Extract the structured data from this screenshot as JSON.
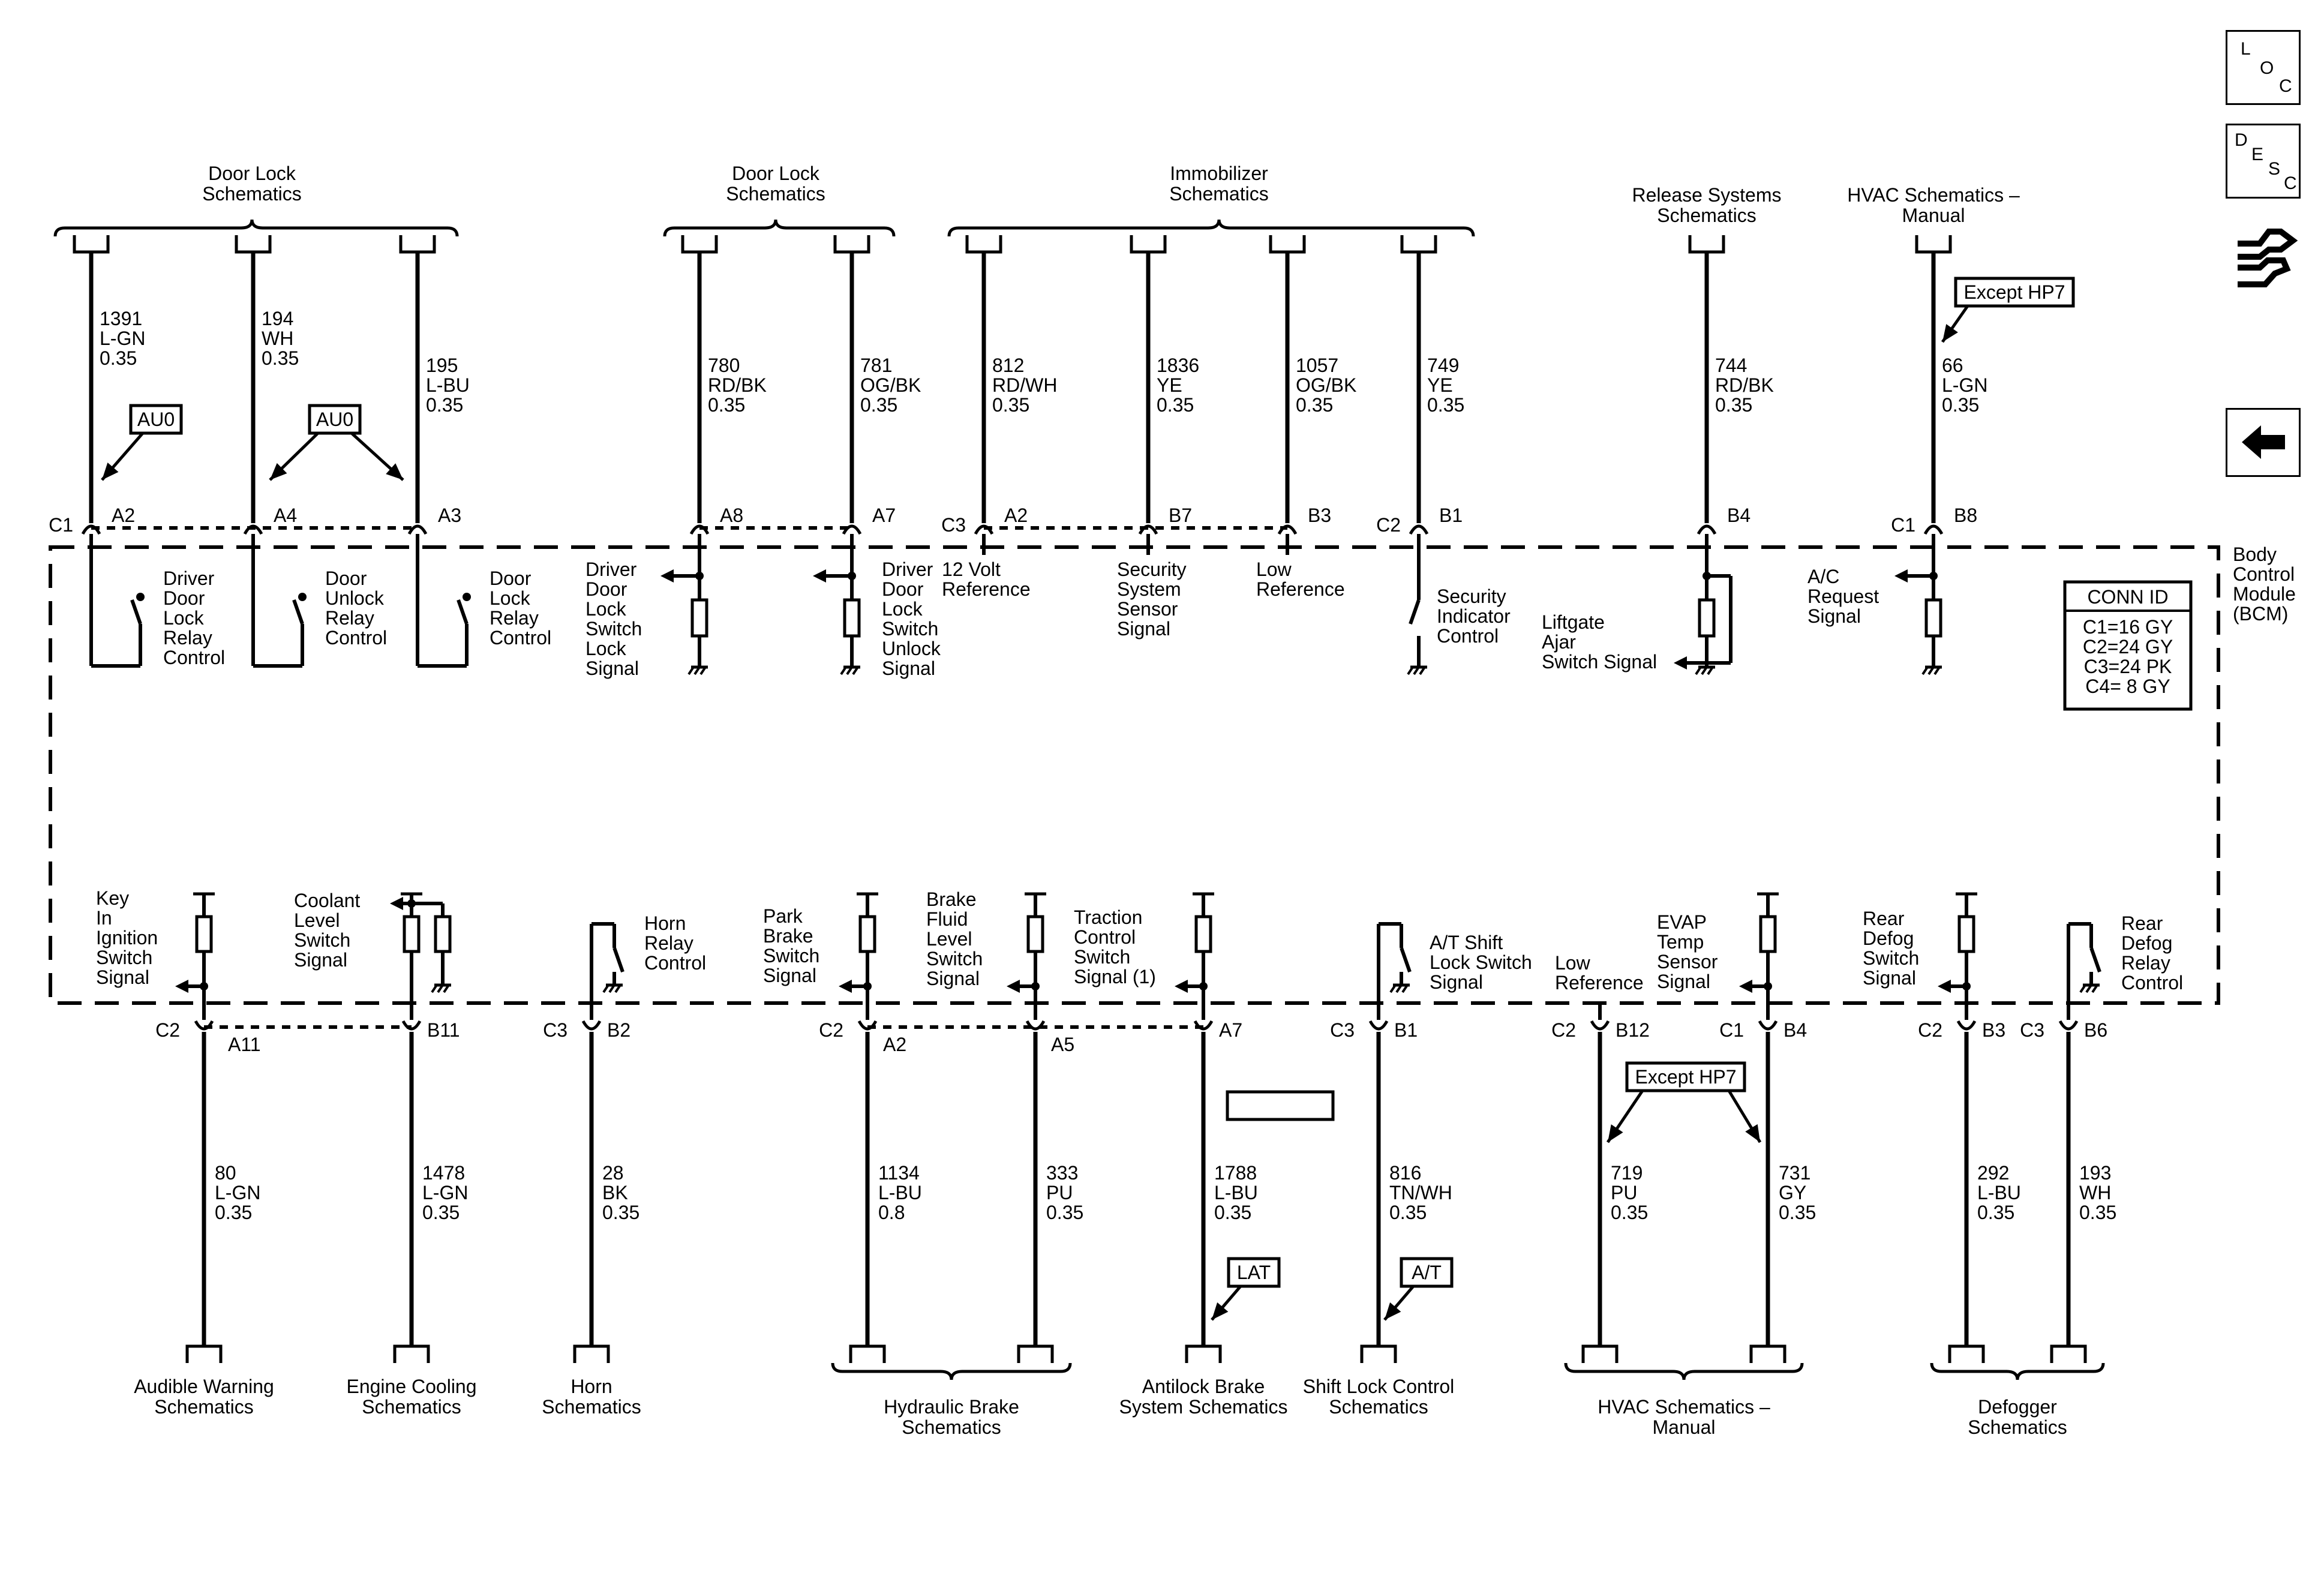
{
  "top_groups": [
    {
      "lines": [
        "Door Lock",
        "Schematics"
      ]
    },
    {
      "lines": [
        "Door Lock",
        "Schematics"
      ]
    },
    {
      "lines": [
        "Immobilizer",
        "Schematics"
      ]
    },
    {
      "lines": [
        "Release Systems",
        "Schematics"
      ]
    },
    {
      "lines": [
        "HVAC Schematics –",
        "Manual"
      ]
    }
  ],
  "top_circuits": [
    {
      "conn": "C1",
      "pin": "A2",
      "wire": [
        "1391",
        "L-GN",
        "0.35"
      ],
      "label": [
        "Driver",
        "Door",
        "Lock",
        "Relay",
        "Control"
      ],
      "type": "relay"
    },
    {
      "pin": "A4",
      "wire": [
        "194",
        "WH",
        "0.35"
      ],
      "label": [
        "Door",
        "Unlock",
        "Relay",
        "Control"
      ],
      "type": "relay"
    },
    {
      "pin": "A3",
      "wire": [
        "195",
        "L-BU",
        "0.35"
      ],
      "label": [
        "Door",
        "Lock",
        "Relay",
        "Control"
      ],
      "type": "relay"
    },
    {
      "pin": "A8",
      "wire": [
        "780",
        "RD/BK",
        "0.35"
      ],
      "label": [
        "Driver",
        "Door",
        "Lock",
        "Switch",
        "Lock",
        "Signal"
      ],
      "type": "input"
    },
    {
      "pin": "A7",
      "wire": [
        "781",
        "OG/BK",
        "0.35"
      ],
      "label": [
        "Driver",
        "Door",
        "Lock",
        "Switch",
        "Unlock",
        "Signal"
      ],
      "type": "input"
    },
    {
      "conn": "C3",
      "pin": "A2",
      "wire": [
        "812",
        "RD/WH",
        "0.35"
      ],
      "label": [
        "12 Volt",
        "Reference"
      ],
      "type": "plain"
    },
    {
      "pin": "B7",
      "wire": [
        "1836",
        "YE",
        "0.35"
      ],
      "label": [
        "Security",
        "System",
        "Sensor",
        "Signal"
      ],
      "type": "plain"
    },
    {
      "pin": "B3",
      "wire": [
        "1057",
        "OG/BK",
        "0.35"
      ],
      "label": [
        "Low",
        "Reference"
      ],
      "type": "plain"
    },
    {
      "conn": "C2",
      "pin": "B1",
      "wire": [
        "749",
        "YE",
        "0.35"
      ],
      "label": [
        "Security",
        "Indicator",
        "Control"
      ],
      "type": "switch"
    },
    {
      "pin": "B4",
      "wire": [
        "744",
        "RD/BK",
        "0.35"
      ],
      "label": [
        "Liftgate",
        "Ajar",
        "Switch Signal"
      ],
      "type": "input"
    },
    {
      "conn": "C1",
      "pin": "B8",
      "wire": [
        "66",
        "L-GN",
        "0.35"
      ],
      "label": [
        "A/C",
        "Request",
        "Signal"
      ],
      "type": "input"
    }
  ],
  "top_options": [
    {
      "text": "AU0"
    },
    {
      "text": "AU0"
    },
    {
      "text": "Except HP7"
    }
  ],
  "module": {
    "name": [
      "Body",
      "Control",
      "Module",
      "(BCM)"
    ]
  },
  "conn_id": {
    "title": "CONN ID",
    "rows": [
      "C1=16 GY",
      "C2=24 GY",
      "C3=24 PK",
      "C4=  8 GY"
    ]
  },
  "bottom_circuits": [
    {
      "conn": "C2",
      "pin": "A11",
      "wire": [
        "80",
        "L-GN",
        "0.35"
      ],
      "label": [
        "Key",
        "In",
        "Ignition",
        "Switch",
        "Signal"
      ],
      "type": "input"
    },
    {
      "pin": "B11",
      "wire": [
        "1478",
        "L-GN",
        "0.35"
      ],
      "label": [
        "Coolant",
        "Level",
        "Switch",
        "Signal"
      ],
      "type": "input"
    },
    {
      "conn": "C3",
      "pin": "B2",
      "wire": [
        "28",
        "BK",
        "0.35"
      ],
      "label": [
        "Horn",
        "Relay",
        "Control"
      ],
      "type": "relay"
    },
    {
      "conn": "C2",
      "pin": "A2",
      "wire": [
        "1134",
        "L-BU",
        "0.8"
      ],
      "label": [
        "Park",
        "Brake",
        "Switch",
        "Signal"
      ],
      "type": "input"
    },
    {
      "pin": "A5",
      "wire": [
        "333",
        "PU",
        "0.35"
      ],
      "label": [
        "Brake",
        "Fluid",
        "Level",
        "Switch",
        "Signal"
      ],
      "type": "input"
    },
    {
      "pin": "A7",
      "wire": [
        "1788",
        "L-BU",
        "0.35"
      ],
      "label": [
        "Traction",
        "Control",
        "Switch",
        "Signal (1)"
      ],
      "type": "input"
    },
    {
      "conn": "C3",
      "pin": "B1",
      "wire": [
        "816",
        "TN/WH",
        "0.35"
      ],
      "label": [
        "A/T Shift",
        "Lock Switch",
        "Signal"
      ],
      "type": "relay"
    },
    {
      "conn": "C2",
      "pin": "B12",
      "wire": [
        "719",
        "PU",
        "0.35"
      ],
      "label": [
        "Low",
        "Reference"
      ],
      "type": "plain"
    },
    {
      "conn": "C1",
      "pin": "B4",
      "wire": [
        "731",
        "GY",
        "0.35"
      ],
      "label": [
        "EVAP",
        "Temp",
        "Sensor",
        "Signal"
      ],
      "type": "plain"
    },
    {
      "conn": "C2",
      "pin": "B3",
      "wire": [
        "292",
        "L-BU",
        "0.35"
      ],
      "label": [
        "Rear",
        "Defog",
        "Switch",
        "Signal"
      ],
      "type": "input"
    },
    {
      "conn": "C3",
      "pin": "B6",
      "wire": [
        "193",
        "WH",
        "0.35"
      ],
      "label": [
        "Rear",
        "Defog",
        "Relay",
        "Control"
      ],
      "type": "relay"
    }
  ],
  "bottom_options": [
    {
      "text": "LAT"
    },
    {
      "text": "A/T"
    },
    {
      "text": "Except HP7"
    }
  ],
  "bottom_destinations": [
    {
      "lines": [
        "Audible Warning",
        "Schematics"
      ]
    },
    {
      "lines": [
        "Engine Cooling",
        "Schematics"
      ]
    },
    {
      "lines": [
        "Horn",
        "Schematics"
      ]
    },
    {
      "lines": [
        "Hydraulic Brake",
        "Schematics"
      ]
    },
    {
      "lines": [
        "Antilock Brake",
        "System Schematics"
      ]
    },
    {
      "lines": [
        "Shift Lock Control",
        "Schematics"
      ]
    },
    {
      "lines": [
        "HVAC Schematics –",
        "Manual"
      ]
    },
    {
      "lines": [
        "Defogger",
        "Schematics"
      ]
    }
  ],
  "nav": {
    "loc": {
      "chars": [
        "L",
        "O",
        "C"
      ]
    },
    "desc": {
      "chars": [
        "D",
        "E",
        "S",
        "C"
      ]
    },
    "connector_icon": "connector-end-view-icon",
    "back_icon": "left-arrow-icon"
  }
}
